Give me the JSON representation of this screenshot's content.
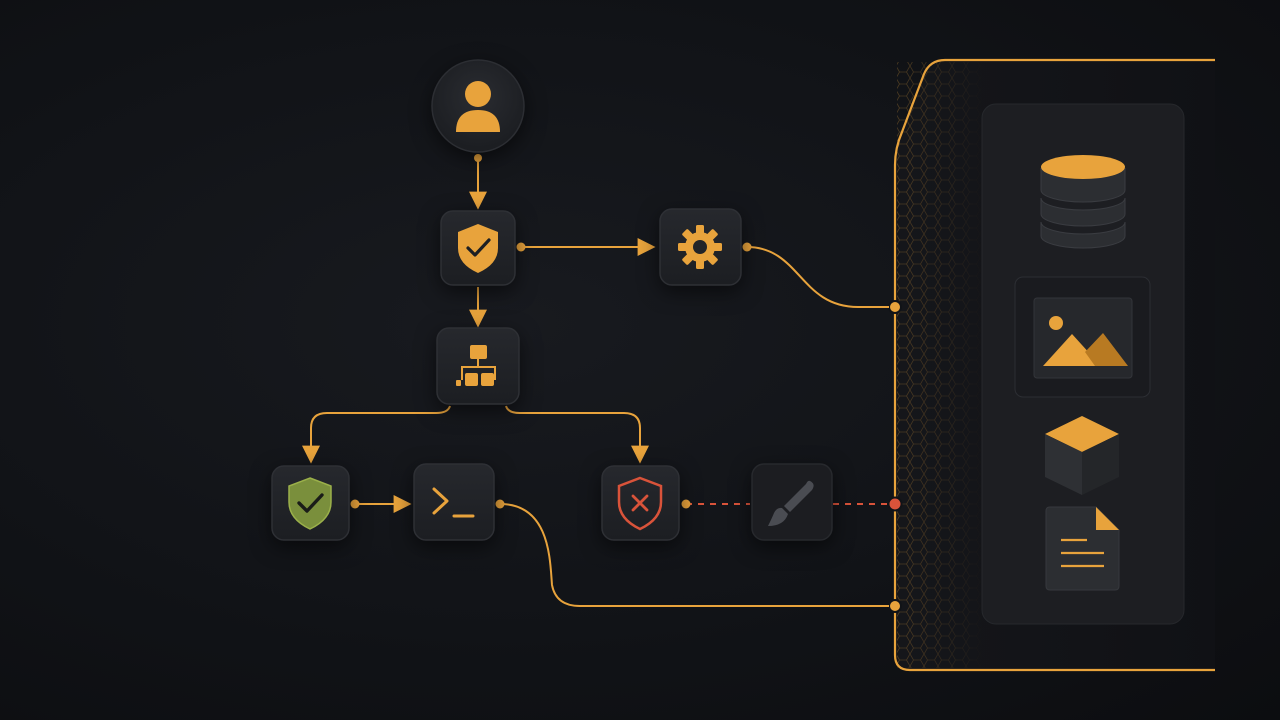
{
  "colors": {
    "background": "#0f1115",
    "node_fill": "#202226",
    "node_stroke": "#2c2e33",
    "accent": "#e8a33c",
    "success": "#7a8f3c",
    "danger": "#d9533a",
    "muted_icon": "#4a4c52",
    "panel_fill": "#1d1e22"
  },
  "nodes": [
    {
      "id": "user",
      "icon": "user-icon"
    },
    {
      "id": "shield-check",
      "icon": "shield-check-icon"
    },
    {
      "id": "settings",
      "icon": "gear-icon"
    },
    {
      "id": "hierarchy",
      "icon": "sitemap-icon"
    },
    {
      "id": "shield-ok",
      "icon": "shield-check-icon",
      "status": "allowed"
    },
    {
      "id": "terminal",
      "icon": "terminal-icon"
    },
    {
      "id": "shield-deny",
      "icon": "shield-x-icon",
      "status": "denied"
    },
    {
      "id": "brush",
      "icon": "brush-icon",
      "status": "disabled"
    }
  ],
  "edges": [
    {
      "from": "user",
      "to": "shield-check",
      "style": "solid"
    },
    {
      "from": "shield-check",
      "to": "settings",
      "style": "solid"
    },
    {
      "from": "shield-check",
      "to": "hierarchy",
      "style": "solid"
    },
    {
      "from": "hierarchy",
      "to": "shield-ok",
      "style": "solid"
    },
    {
      "from": "hierarchy",
      "to": "shield-deny",
      "style": "solid"
    },
    {
      "from": "shield-ok",
      "to": "terminal",
      "style": "solid"
    },
    {
      "from": "settings",
      "to": "resources",
      "style": "solid"
    },
    {
      "from": "terminal",
      "to": "resources",
      "style": "solid"
    },
    {
      "from": "shield-deny",
      "to": "resources",
      "style": "dashed",
      "status": "blocked"
    }
  ],
  "resources_panel": {
    "items": [
      {
        "icon": "database-icon"
      },
      {
        "icon": "image-icon"
      },
      {
        "icon": "cube-icon"
      },
      {
        "icon": "document-icon"
      }
    ]
  }
}
